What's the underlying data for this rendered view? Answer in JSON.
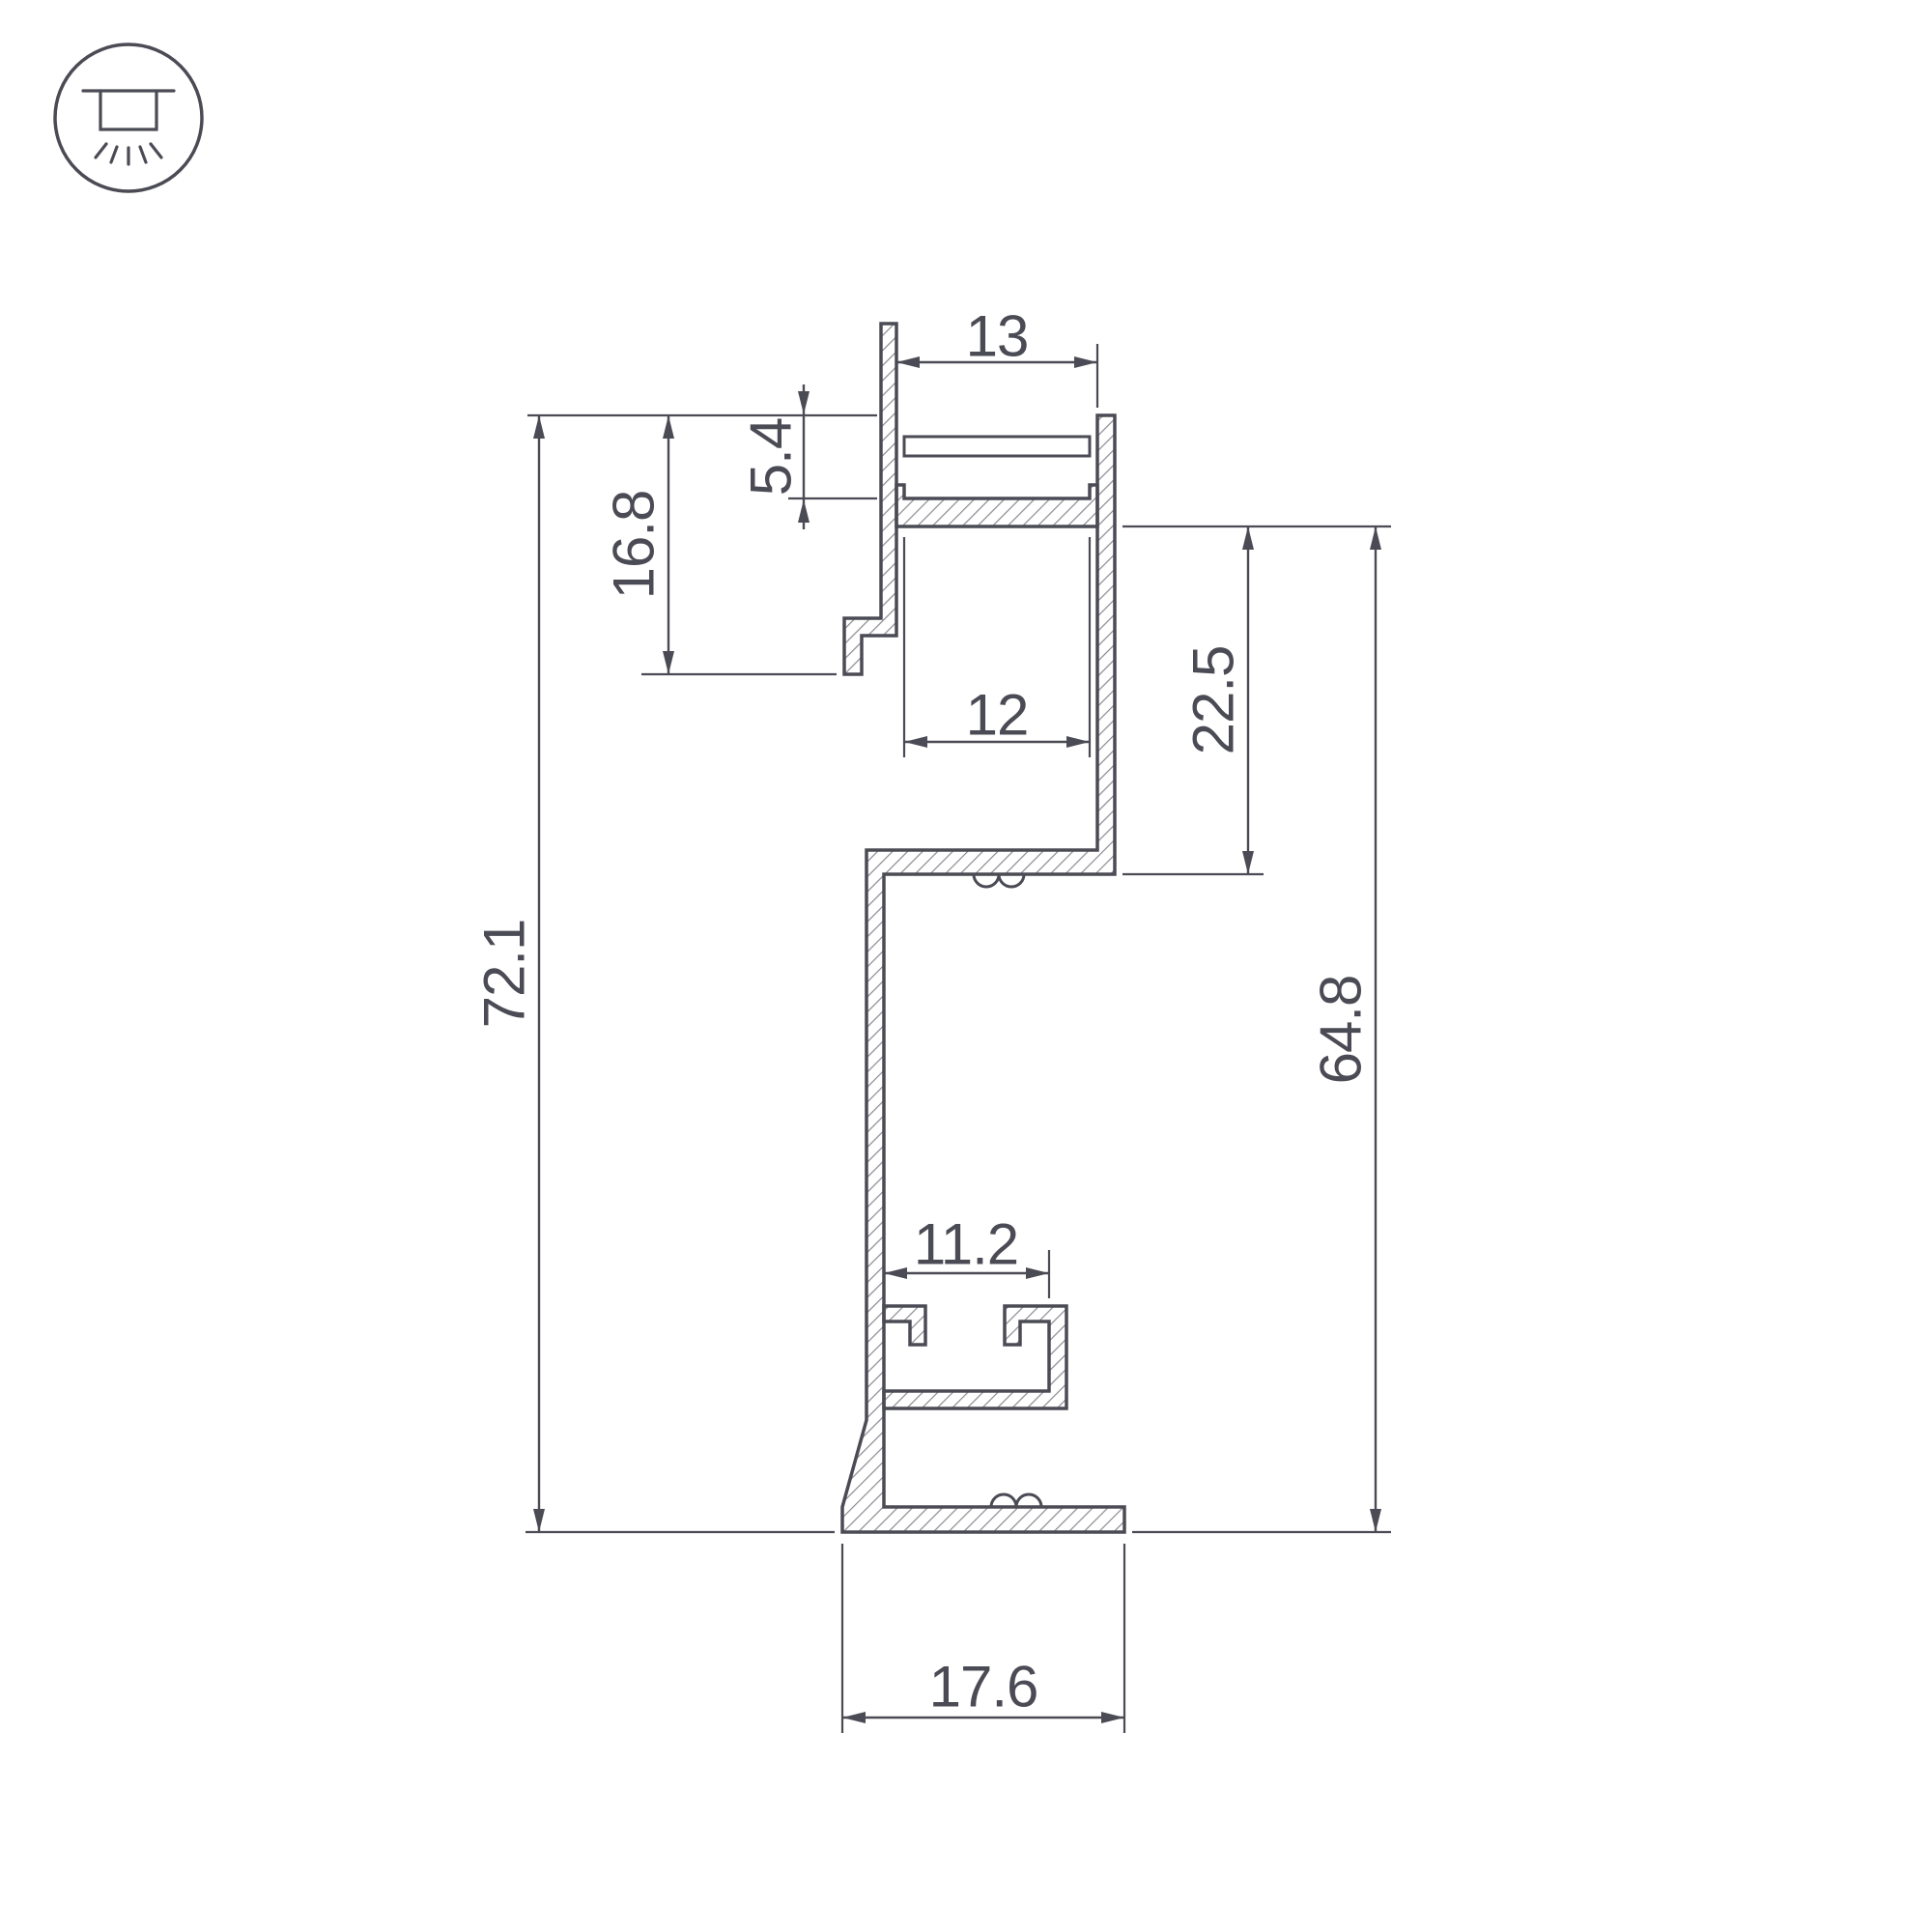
{
  "colors": {
    "background": "#ffffff",
    "line": "#4b4b55",
    "hatch": "#8a8a92"
  },
  "icon": {
    "name": "recessed-ceiling-light-icon"
  },
  "dimensions": {
    "top_opening": "13",
    "cover_depth": "5.4",
    "flange_height": "16.8",
    "led_slot_width": "12",
    "upper_box_depth": "22.5",
    "overall_height": "72.1",
    "body_height": "64.8",
    "lower_slot_width": "11.2",
    "base_width": "17.6"
  }
}
